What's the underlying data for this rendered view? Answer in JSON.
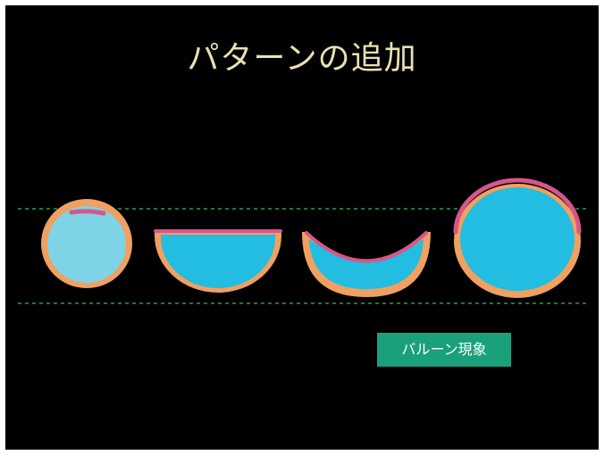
{
  "slide": {
    "title": "パターンの追加",
    "callout_label": "バルーン現象"
  },
  "colors": {
    "background": "#000000",
    "title_text": "#e8e2b0",
    "fill_light": "#7fd3e6",
    "fill": "#22bde0",
    "rim": "#f0a060",
    "surface": "#d6568a",
    "guide_line": "#2bbf5a",
    "callout_bg": "#1aa07a"
  },
  "diagram": {
    "shapes": [
      {
        "name": "round-drop",
        "icon": "circle"
      },
      {
        "name": "half-drop",
        "icon": "semicircle"
      },
      {
        "name": "concave-drop",
        "icon": "crescent"
      },
      {
        "name": "balloon-drop",
        "icon": "dome"
      }
    ],
    "guide_lines": [
      "upper",
      "lower"
    ]
  }
}
